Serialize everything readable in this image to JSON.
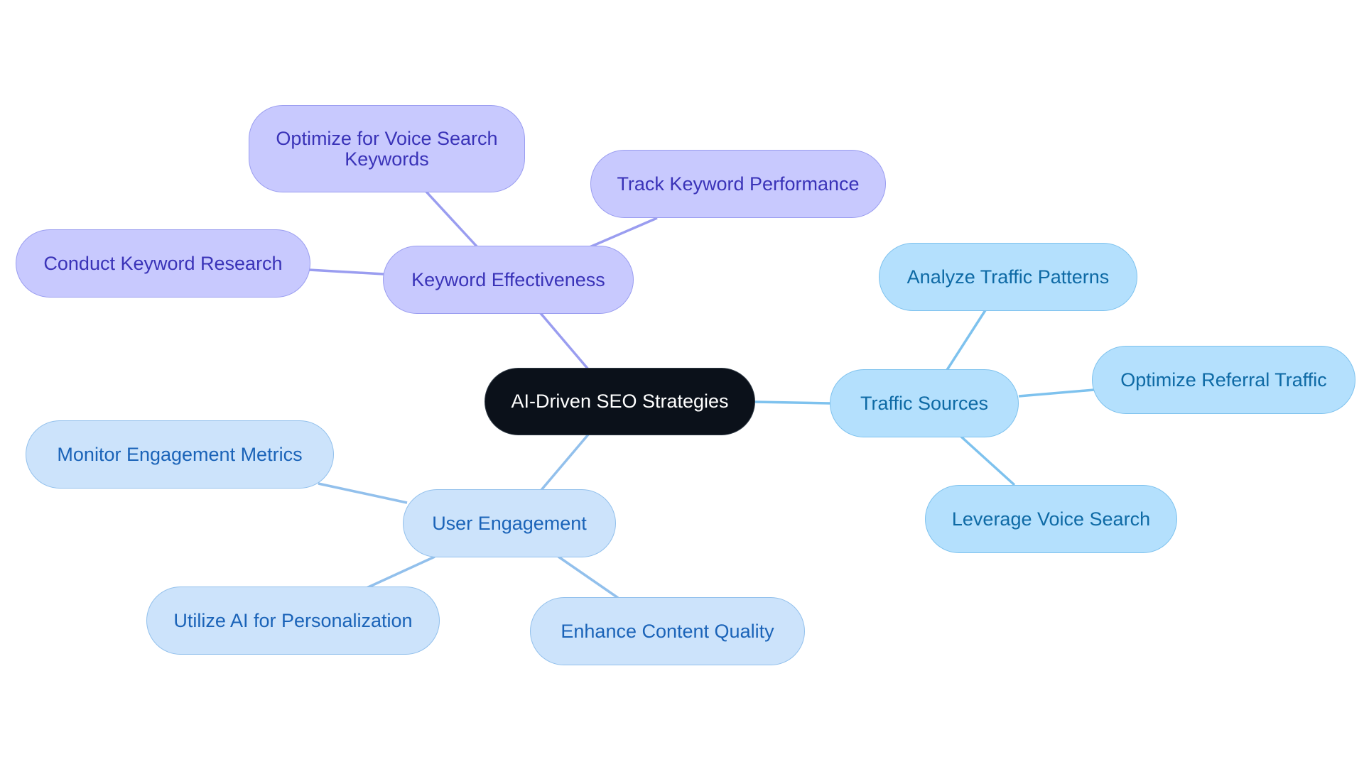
{
  "diagram": {
    "root": {
      "label": "AI-Driven SEO Strategies"
    },
    "branches": [
      {
        "id": "keyword",
        "label": "Keyword Effectiveness",
        "color": "#9a9df0",
        "children": [
          {
            "label": "Optimize for Voice Search Keywords"
          },
          {
            "label": "Track Keyword Performance"
          },
          {
            "label": "Conduct Keyword Research"
          }
        ]
      },
      {
        "id": "traffic",
        "label": "Traffic Sources",
        "color": "#7ec2ee",
        "children": [
          {
            "label": "Analyze Traffic Patterns"
          },
          {
            "label": "Optimize Referral Traffic"
          },
          {
            "label": "Leverage Voice Search"
          }
        ]
      },
      {
        "id": "engagement",
        "label": "User Engagement",
        "color": "#92c0ec",
        "children": [
          {
            "label": "Monitor Engagement Metrics"
          },
          {
            "label": "Utilize AI for Personalization"
          },
          {
            "label": "Enhance Content Quality"
          }
        ]
      }
    ]
  },
  "colors": {
    "root_fill": "#0b111a",
    "keyword_fill": "#c8c9fe",
    "traffic_fill": "#b4e0fd",
    "engagement_fill": "#cce3fb"
  }
}
